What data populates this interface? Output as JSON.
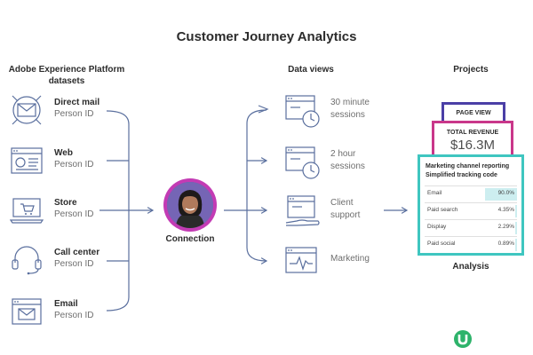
{
  "title": "Customer Journey Analytics",
  "columns": {
    "sources_header": "Adobe Experience Platform datasets",
    "views_header": "Data views",
    "projects_header": "Projects"
  },
  "sources": [
    {
      "name": "Direct mail",
      "sub": "Person ID",
      "icon": "direct-mail-icon"
    },
    {
      "name": "Web",
      "sub": "Person ID",
      "icon": "web-icon"
    },
    {
      "name": "Store",
      "sub": "Person ID",
      "icon": "store-cart-icon"
    },
    {
      "name": "Call center",
      "sub": "Person ID",
      "icon": "headset-icon"
    },
    {
      "name": "Email",
      "sub": "Person ID",
      "icon": "email-icon"
    }
  ],
  "connection": {
    "label": "Connection",
    "icon": "person-avatar-icon"
  },
  "data_views": [
    {
      "line1": "30 minute",
      "line2": "sessions",
      "icon": "window-clock-icon"
    },
    {
      "line1": "2 hour",
      "line2": "sessions",
      "icon": "window-clock-icon"
    },
    {
      "line1": "Client",
      "line2": "support",
      "icon": "window-hand-icon"
    },
    {
      "line1": "Marketing",
      "line2": "",
      "icon": "window-pulse-icon"
    }
  ],
  "projects": {
    "page_view": "PAGE VIEW",
    "total_revenue_label": "TOTAL REVENUE",
    "total_revenue_value": "$16.3M",
    "report_title": "Marketing channel reporting",
    "report_subtitle": "Simplified tracking code",
    "rows": [
      {
        "channel": "Email",
        "percent": "90.0%",
        "share": 0.9
      },
      {
        "channel": "Paid search",
        "percent": "4.35%",
        "share": 0.0435
      },
      {
        "channel": "Display",
        "percent": "2.29%",
        "share": 0.0229
      },
      {
        "channel": "Paid social",
        "percent": "0.89%",
        "share": 0.0089
      }
    ],
    "analysis_label": "Analysis"
  },
  "colors": {
    "line": "#5a6f9e",
    "page_view_border": "#4b3fa6",
    "revenue_border": "#c9378a",
    "report_border": "#3fc6c0",
    "bar_fill": "#cdeef0",
    "avatar_ring": "#c33bb4",
    "brand_logo": "#2eb36b"
  }
}
